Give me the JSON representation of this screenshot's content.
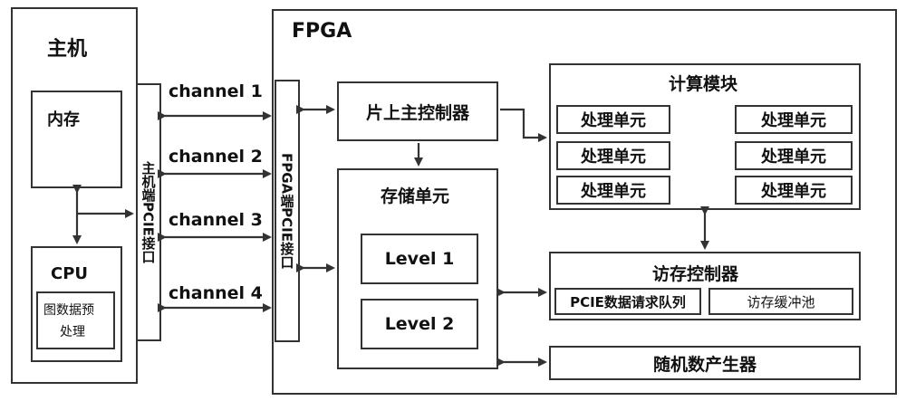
{
  "host": {
    "title": "主机",
    "memory": "内存",
    "cpu": "CPU",
    "preprocess_line1": "图数据预",
    "preprocess_line2": "处理",
    "pcie_interface": "主机端PCIE接口"
  },
  "channels": [
    "channel 1",
    "channel 2",
    "channel 3",
    "channel 4"
  ],
  "fpga": {
    "title": "FPGA",
    "pcie_interface": "FPGA端PCIE接口",
    "main_controller": "片上主控制器",
    "storage": {
      "title": "存储单元",
      "levels": [
        "Level 1",
        "Level 2"
      ]
    },
    "compute": {
      "title": "计算模块",
      "units": [
        "处理单元",
        "处理单元",
        "处理单元",
        "处理单元",
        "处理单元",
        "处理单元"
      ]
    },
    "mem_controller": {
      "title": "访存控制器",
      "queue": "PCIE数据请求队列",
      "buffer": "访存缓冲池"
    },
    "rng": "随机数产生器"
  }
}
